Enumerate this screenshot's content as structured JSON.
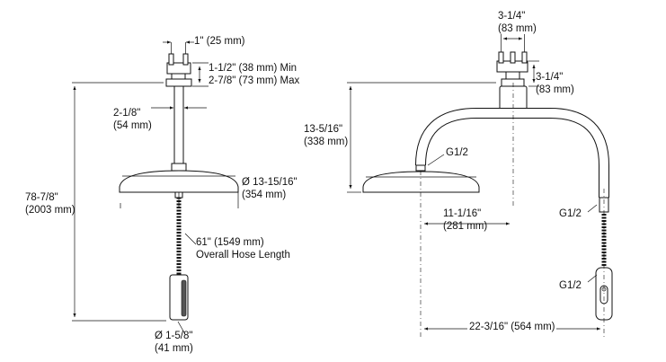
{
  "left_view": {
    "labels": {
      "valve_width": "1\" (25 mm)",
      "flange_min": "1-1/2\" (38 mm) Min",
      "flange_max": "2-7/8\" (73 mm) Max",
      "arm_in": "2-1/8\"",
      "arm_mm": "(54 mm)",
      "total_in": "78-7/8\"",
      "total_mm": "(2003 mm)",
      "head_dia_in": "Ø 13-15/16\"",
      "head_dia_mm": "(354 mm)",
      "hose_len_1": "61\" (1549 mm)",
      "hose_len_2": "Overall Hose Length",
      "handle_dia_in": "Ø 1-5/8\"",
      "handle_dia_mm": "(41 mm)"
    }
  },
  "right_view": {
    "labels": {
      "valve_spacing_in": "3-1/4\"",
      "valve_spacing_mm": "(83 mm)",
      "valve_height_in": "3-1/4\"",
      "valve_height_mm": "(83 mm)",
      "head_height_in": "13-5/16\"",
      "head_height_mm": "(338 mm)",
      "conn_head": "G1/2",
      "conn_hose_top": "G1/2",
      "conn_hose_bottom": "G1/2",
      "arm_reach_in": "11-1/16\"",
      "arm_reach_mm": "(281 mm)",
      "overall_reach": "22-3/16\" (564 mm)"
    }
  }
}
